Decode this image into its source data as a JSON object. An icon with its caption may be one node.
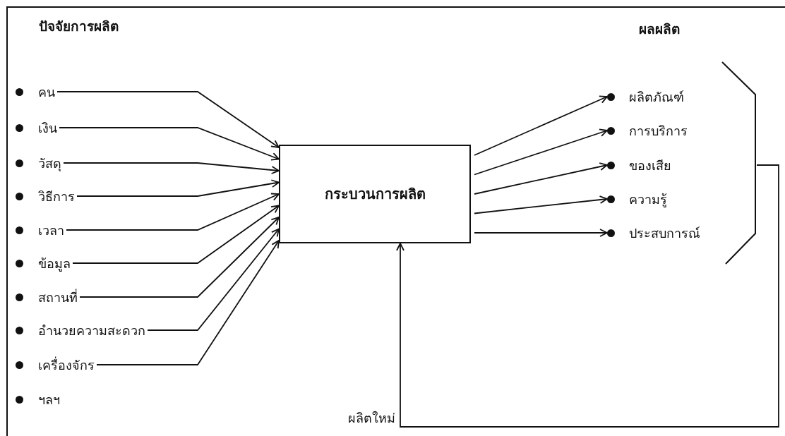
{
  "diagram": {
    "nodes": [
      {
        "text": [
          "คน"
        ]
      },
      {
        "text": [
          "เงิน"
        ]
      },
      {
        "text": [
          "วัสดุ"
        ]
      },
      {
        "text": [
          "วิธีการ"
        ]
      },
      {
        "text": [
          "เวลา"
        ]
      },
      {
        "text": [
          "ข้อมูล"
        ]
      },
      {
        "text": [
          "สถานที่"
        ]
      },
      {
        "text": [
          "อำนวยความสะดวก"
        ]
      },
      {
        "text": [
          "เครื่องจักร"
        ]
      },
      {
        "text": [
          "ฯลฯ"
        ]
      },
      {
        "text": [
          "กระบวนการผลิต"
        ]
      },
      {
        "text": [
          "ผลิตภัณฑ์"
        ]
      },
      {
        "text": [
          "การบริการ"
        ]
      },
      {
        "text": [
          "ของเสีย"
        ]
      },
      {
        "text": [
          "ความรู้"
        ]
      },
      {
        "text": [
          "ประสบการณ์"
        ]
      },
      {
        "text": [],
        "shape": "bracket"
      }
    ],
    "edges": [
      {
        "from": 0,
        "to": 10,
        "arrow": "to"
      },
      {
        "from": 1,
        "to": 10,
        "arrow": "to"
      },
      {
        "from": 2,
        "to": 10,
        "arrow": "to"
      },
      {
        "from": 3,
        "to": 10,
        "arrow": "to"
      },
      {
        "from": 4,
        "to": 10,
        "arrow": "to"
      },
      {
        "from": 5,
        "to": 10,
        "arrow": "to"
      },
      {
        "from": 6,
        "to": 10,
        "arrow": "to"
      },
      {
        "from": 7,
        "to": 10,
        "arrow": "to"
      },
      {
        "from": 8,
        "to": 10,
        "arrow": "to"
      },
      {
        "from": 10,
        "to": 11,
        "arrow": "to"
      },
      {
        "from": 10,
        "to": 12,
        "arrow": "to"
      },
      {
        "from": 10,
        "to": 13,
        "arrow": "to"
      },
      {
        "from": 10,
        "to": 14,
        "arrow": "to"
      },
      {
        "from": 10,
        "to": 15,
        "arrow": "to"
      },
      {
        "from": 16,
        "to": 10,
        "label": "ผลิตใหม่",
        "arrow": "to"
      }
    ],
    "labels": [
      "ปัจจัยการผลิต",
      "ผลผลิต"
    ]
  }
}
